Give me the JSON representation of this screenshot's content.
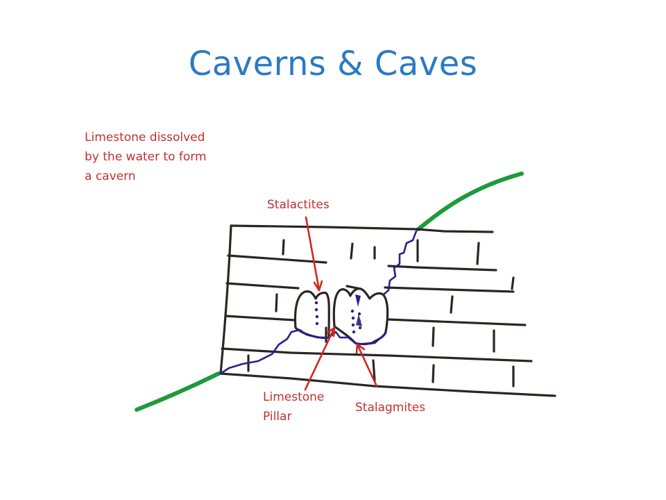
{
  "title": "Caverns & Caves",
  "labels": {
    "dissolved": [
      "Limestone dissolved",
      "by the water to form",
      "a cavern"
    ],
    "stalactites": "Stalactites",
    "pillar": [
      "Limestone",
      "Pillar"
    ],
    "stalagmites": "Stalagmites"
  },
  "colors": {
    "title": "#2a7ac3",
    "label": "#c0302e",
    "ground": "#1e9a3c",
    "water": "#2d1e8c",
    "rock": "#2b2523",
    "arrow": "#d3261f"
  }
}
